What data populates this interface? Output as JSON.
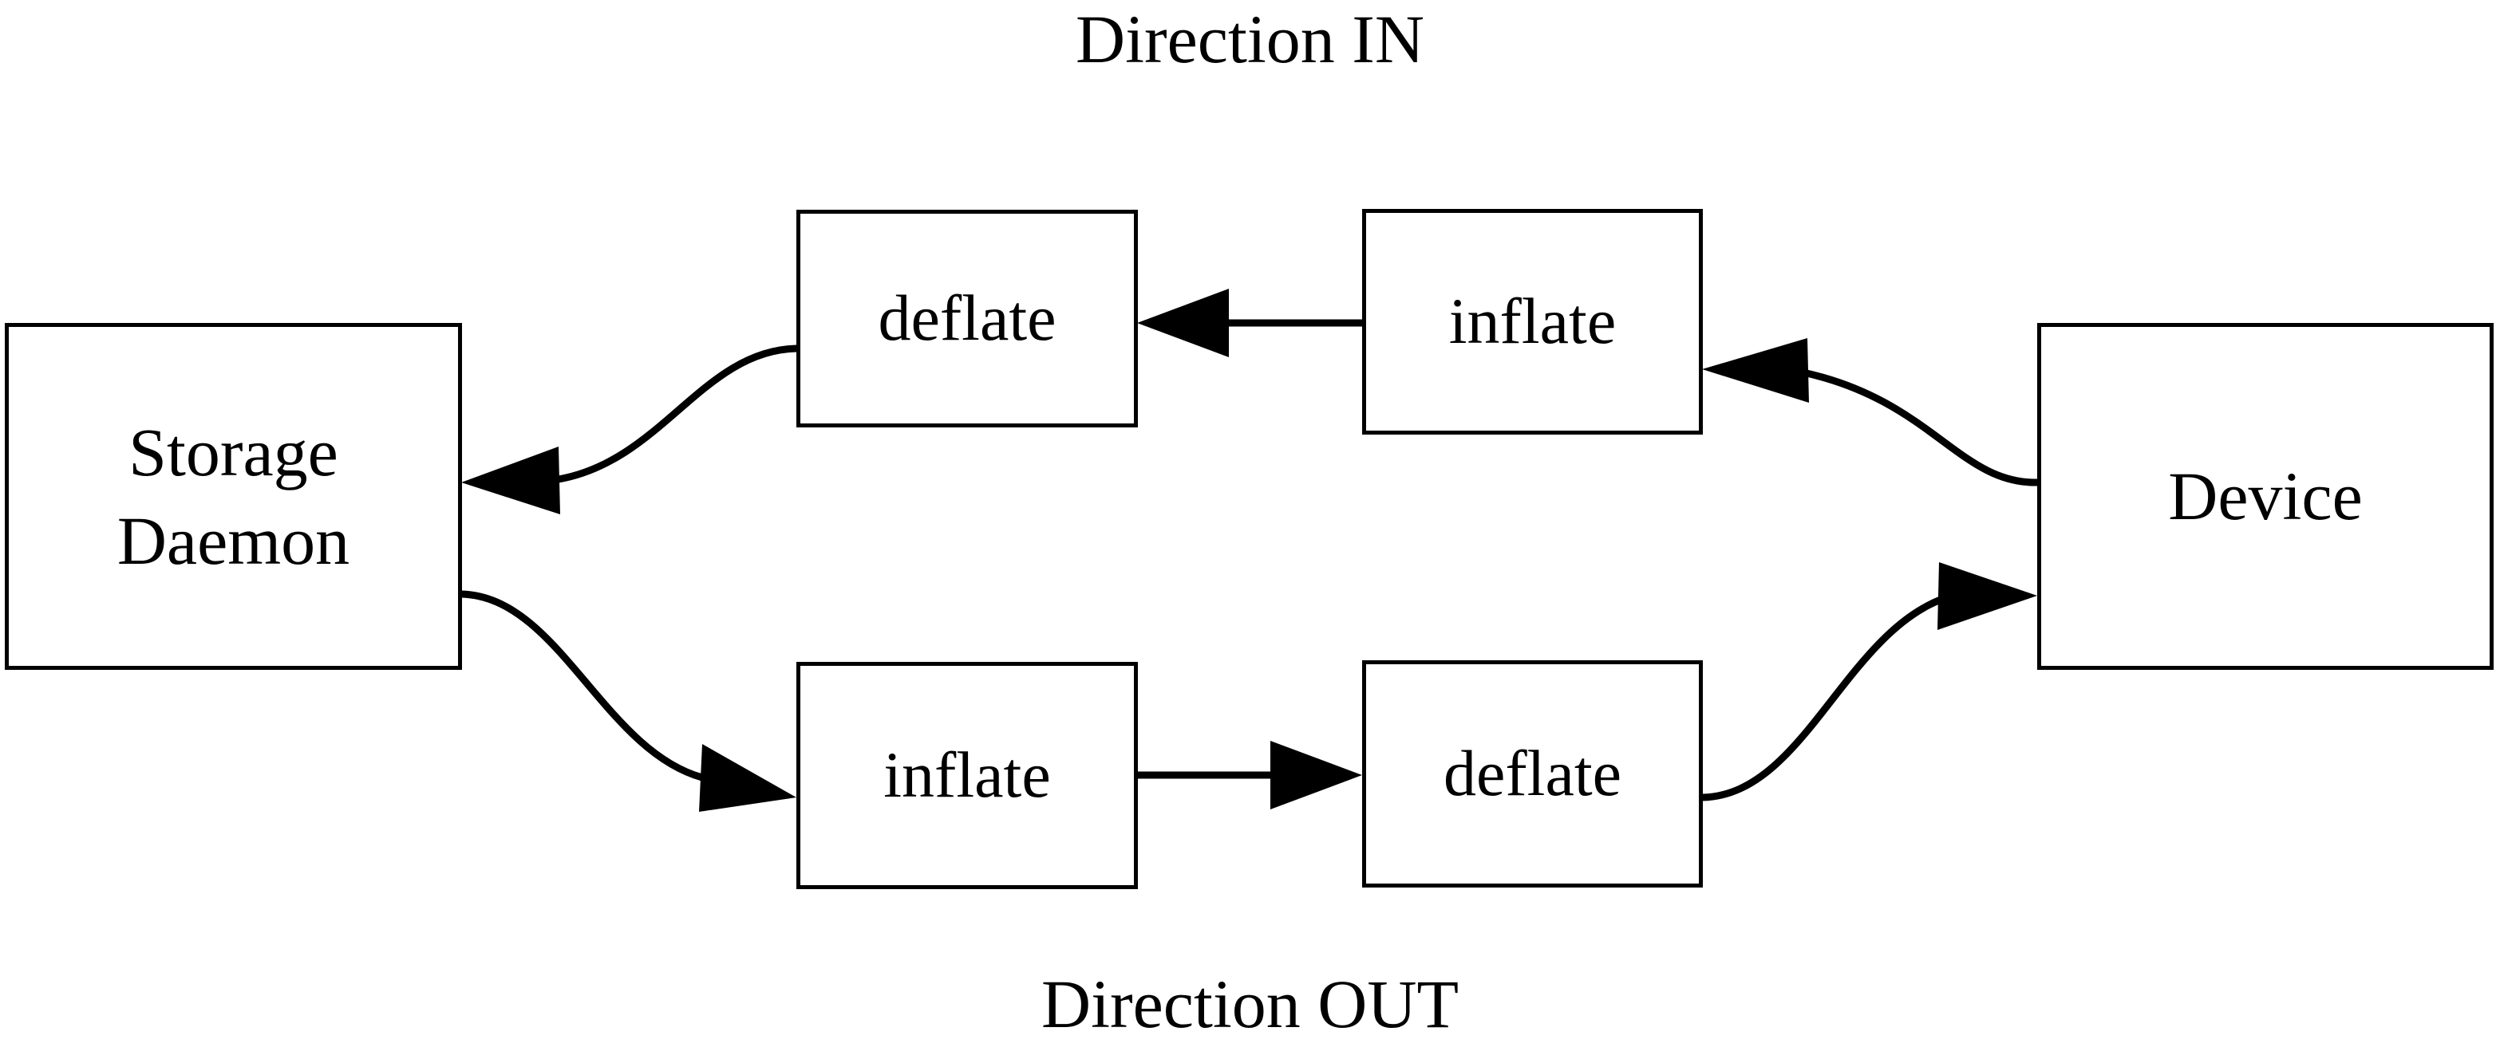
{
  "diagram": {
    "title_top": "Direction IN",
    "title_bottom": "Direction OUT",
    "stroke_color": "#000000",
    "fill_color": "#ffffff",
    "nodes": {
      "storage_daemon": {
        "line1": "Storage",
        "line2": "Daemon"
      },
      "deflate_in": {
        "label": "deflate"
      },
      "inflate_in": {
        "label": "inflate"
      },
      "inflate_out": {
        "label": "inflate"
      },
      "deflate_out": {
        "label": "deflate"
      },
      "device": {
        "label": "Device"
      }
    },
    "edges": [
      {
        "id": "device-to-inflate-in",
        "from": "device",
        "to": "inflate_in",
        "style": "curved",
        "arrow": "left"
      },
      {
        "id": "inflate-in-to-deflate-in",
        "from": "inflate_in",
        "to": "deflate_in",
        "style": "straight",
        "arrow": "left"
      },
      {
        "id": "deflate-in-to-storage-daemon",
        "from": "deflate_in",
        "to": "storage_daemon",
        "style": "curved",
        "arrow": "left"
      },
      {
        "id": "storage-daemon-to-inflate-out",
        "from": "storage_daemon",
        "to": "inflate_out",
        "style": "curved",
        "arrow": "right"
      },
      {
        "id": "inflate-out-to-deflate-out",
        "from": "inflate_out",
        "to": "deflate_out",
        "style": "straight",
        "arrow": "right"
      },
      {
        "id": "deflate-out-to-device",
        "from": "deflate_out",
        "to": "device",
        "style": "curved",
        "arrow": "right"
      }
    ]
  }
}
